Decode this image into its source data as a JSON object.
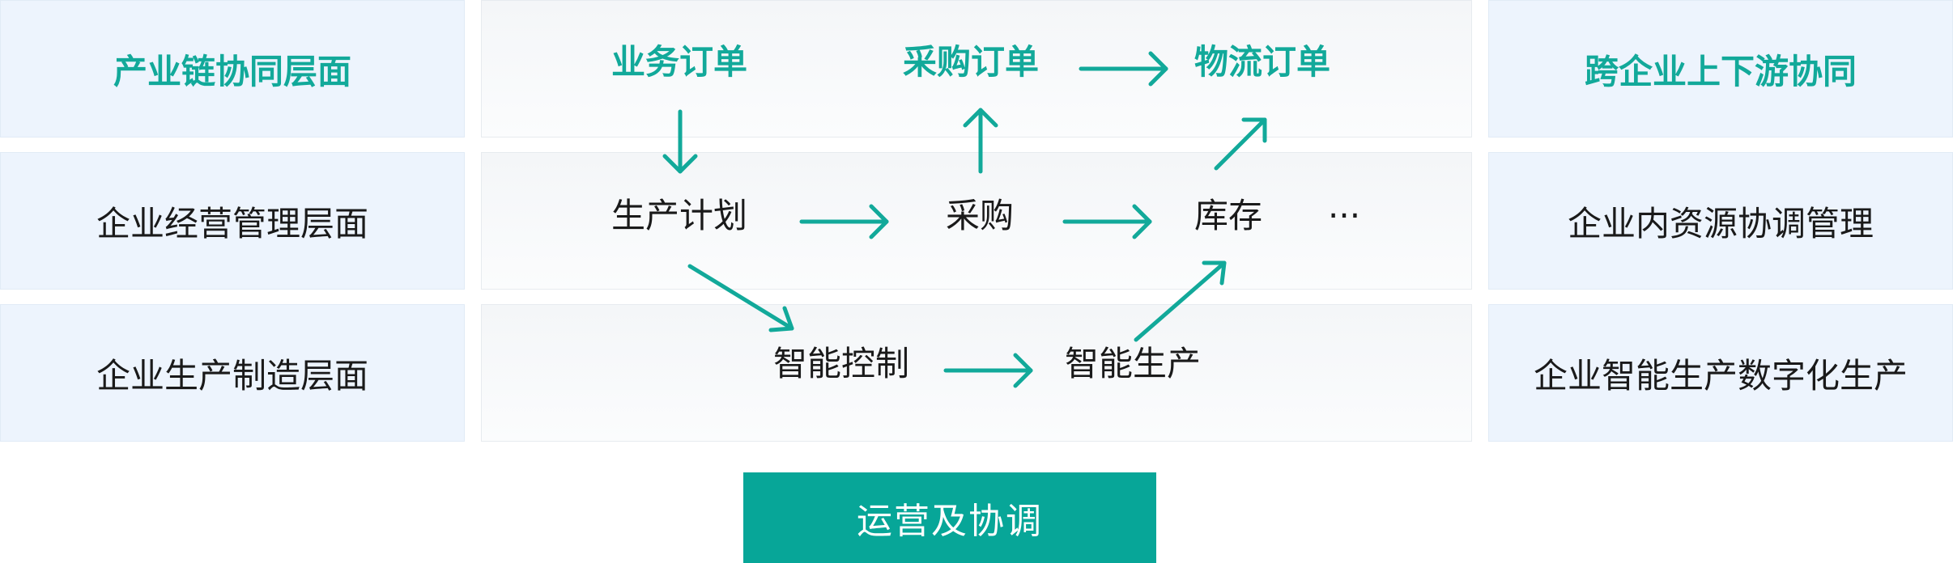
{
  "left_levels": [
    "产业链协同层面",
    "企业经营管理层面",
    "企业生产制造层面"
  ],
  "right_levels": [
    "跨企业上下游协同",
    "企业内资源协调管理",
    "企业智能生产数字化生产"
  ],
  "flow": {
    "business_order": "业务订单",
    "purchase_order": "采购订单",
    "logistics_order": "物流订单",
    "production_plan": "生产计划",
    "procurement": "采购",
    "inventory": "库存",
    "ellipsis": "···",
    "smart_control": "智能控制",
    "smart_production": "智能生产"
  },
  "footer": {
    "label": "运营及协调"
  },
  "colors": {
    "accent": "#12a99a",
    "button": "#07a698",
    "side_cell_bg": "#edf4fd",
    "text": "#1a1a1a"
  }
}
